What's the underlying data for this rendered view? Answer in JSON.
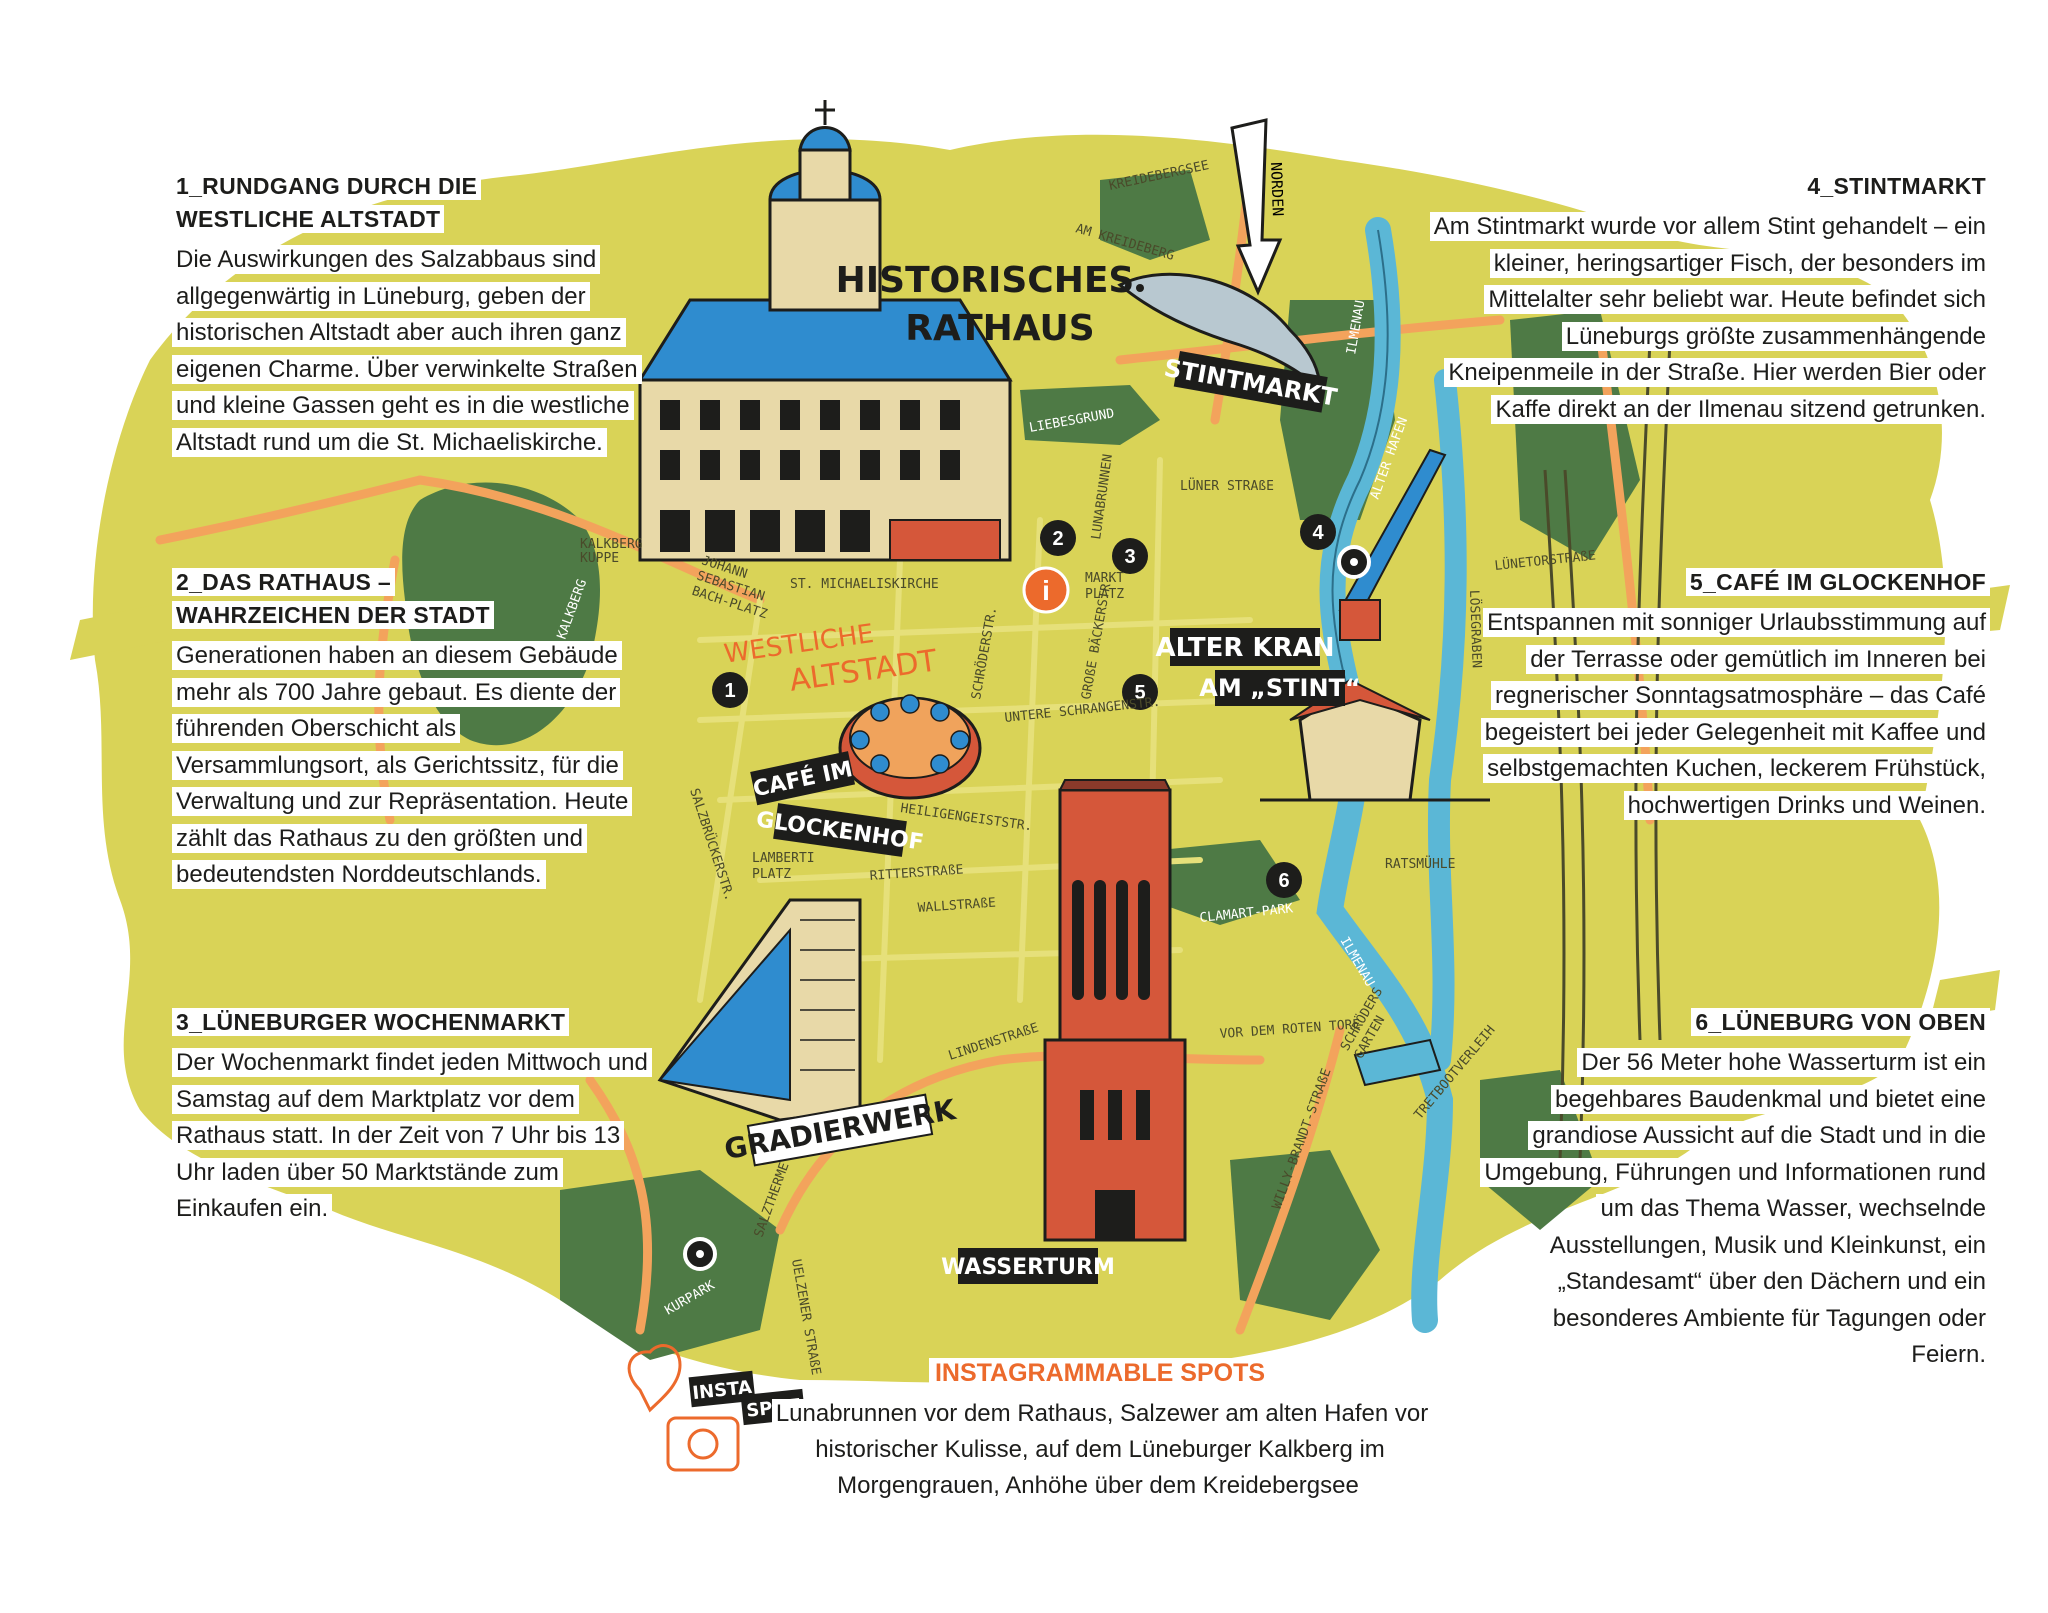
{
  "panels": {
    "p1": {
      "title_line1": "1_RUNDGANG DURCH DIE",
      "title_line2": "WESTLICHE ALTSTADT",
      "text": "Die Auswirkungen des Salzabbaus sind allgegenwärtig in Lüneburg, geben der historischen Altstadt aber auch ihren ganz eigenen Charme. Über verwinkelte Straßen und kleine Gassen geht es in die westliche Altstadt rund um die St. Michaeliskirche."
    },
    "p2": {
      "title_line1": "2_DAS RATHAUS –",
      "title_line2": "WAHRZEICHEN DER STADT",
      "text": "Generationen haben an diesem Gebäude mehr als 700 Jahre gebaut. Es diente der führenden Oberschicht als Versammlungsort, als Gerichtssitz, für die Verwaltung und zur Repräsentation. Heute zählt das Rathaus zu den größten und bedeutendsten Norddeutschlands."
    },
    "p3": {
      "title": "3_LÜNEBURGER WOCHENMARKT",
      "text": "Der Wochenmarkt findet jeden Mittwoch und Samstag auf dem Marktplatz vor dem Rathaus statt. In der Zeit von 7 Uhr bis 13 Uhr laden über 50 Marktstände zum Einkaufen ein."
    },
    "p4": {
      "title": "4_STINTMARKT",
      "text": "Am Stintmarkt wurde vor allem Stint gehandelt – ein kleiner, heringsartiger Fisch, der besonders im Mittelalter sehr beliebt war. Heute befindet sich Lüneburgs größte zusammenhängende Kneipenmeile in der Straße. Hier werden Bier oder Kaffe direkt an der Ilmenau sitzend getrunken."
    },
    "p5": {
      "title": "5_CAFÉ IM GLOCKENHOF",
      "text": "Entspannen mit sonniger Urlaubsstimmung auf der Terrasse oder gemütlich im Inneren bei regnerischer Sonntagsatmosphäre – das Café begeistert bei jeder Gelegenheit mit Kaffee und selbstgemachten Kuchen, leckerem Frühstück, hochwertigen Drinks und Weinen."
    },
    "p6": {
      "title": "6_LÜNEBURG VON OBEN",
      "text": "Der 56 Meter hohe Wasserturm ist ein begehbares Baudenkmal und bietet eine grandiose Aussicht auf die Stadt und in die Umgebung, Führungen und Informationen rund um das Thema Wasser, wechselnde Ausstellungen, Musik und Kleinkunst, ein „Standesamt“ über den Dächern und ein besonderes Ambiente für Tagungen oder Feiern."
    }
  },
  "instagram": {
    "title": "INSTAGRAMMABLE SPOTS",
    "text": "Lunabrunnen vor dem Rathaus, Salzewer am alten Hafen vor historischer Kulisse, auf dem Lüneburger Kalkberg im Morgengrauen, Anhöhe über dem Kreidebergsee",
    "badge_word1": "INSTA",
    "badge_word2": "SPOT"
  },
  "map": {
    "landmarks": {
      "rathaus_line1": "HISTORISCHES",
      "rathaus_line2": "RATHAUS",
      "stintmarkt": "STINTMARKT",
      "alter_kran_line1": "ALTER KRAN",
      "alter_kran_line2": "AM „STINT“",
      "cafe_line1": "CAFÉ IM",
      "cafe_line2": "GLOCKENHOF",
      "gradierwerk": "GRADIERWERK",
      "wasserturm": "WASSERTURM",
      "westliche_altstadt_line1": "WESTLICHE",
      "westliche_altstadt_line2": "ALTSTADT",
      "norden": "NORDEN"
    },
    "streets": {
      "kreidebergsee": "KREIDEBERGSEE",
      "am_kreideberg": "AM KREIDEBERG",
      "liebesgrund": "LIEBESGRUND",
      "lunabrunnen": "LUNABRUNNEN",
      "lüner_strasse": "LÜNER STRAßE",
      "markt_platz_line1": "MARKT",
      "markt_platz_line2": "PLATZ",
      "st_michaeliskirche": "ST. MICHAELISKIRCHE",
      "jsb_platz_line1": "JOHANN",
      "jsb_platz_line2": "SEBASTIAN",
      "jsb_platz_line3": "BACH-PLATZ",
      "kalkberg": "KALKBERG",
      "kalkberg_kuppe_line1": "KALKBERG",
      "kalkberg_kuppe_line2": "KUPPE",
      "schroederstr": "SCHRÖDERSTR.",
      "grosse_baeckerstr": "GROßE BÄCKERSTR.",
      "untere_schrangenstr": "UNTERE SCHRANGENSTR.",
      "heiligengeiststr": "HEILIGENGEISTSTR.",
      "salzbrueckerstr": "SALZBRÜCKERSTR.",
      "lamberti_platz_line1": "LAMBERTI",
      "lamberti_platz_line2": "PLATZ",
      "ritterstrasse": "RITTERSTRAßE",
      "wallstrasse": "WALLSTRAßE",
      "lindenstrasse": "LINDENSTRAßE",
      "clamart_park": "CLAMART-PARK",
      "ratsmuehle": "RATSMÜHLE",
      "vor_dem_roten_tore": "VOR DEM ROTEN TORE",
      "schroeders_garten_line1": "SCHRÖDERS",
      "schroeders_garten_line2": "GARTEN",
      "tretbootverleih": "TRETBOOTVERLEIH",
      "willy_brandt_strasse": "WILLY-BRANDT-STRAßE",
      "salztherme": "SALZTHERME",
      "uelzener_strasse": "UELZENER STRAßE",
      "kurpark": "KURPARK",
      "ilmenau": "ILMENAU",
      "alter_hafen": "ALTER HAFEN",
      "lünetorstrasse": "LÜNETORSTRAßE",
      "lösegraben": "LÖSEGRABEN"
    },
    "markers": [
      "1",
      "2",
      "3",
      "4",
      "5",
      "6"
    ],
    "info_symbol": "i"
  },
  "colors": {
    "map_yellow": "#d9d357",
    "park_green": "#4e7a45",
    "road_orange": "#f3a35c",
    "water_blue": "#5bb7d6",
    "accent_orange": "#ec6a2c",
    "rathaus_blue": "#2f8ccf",
    "tower_red": "#d5573a"
  }
}
